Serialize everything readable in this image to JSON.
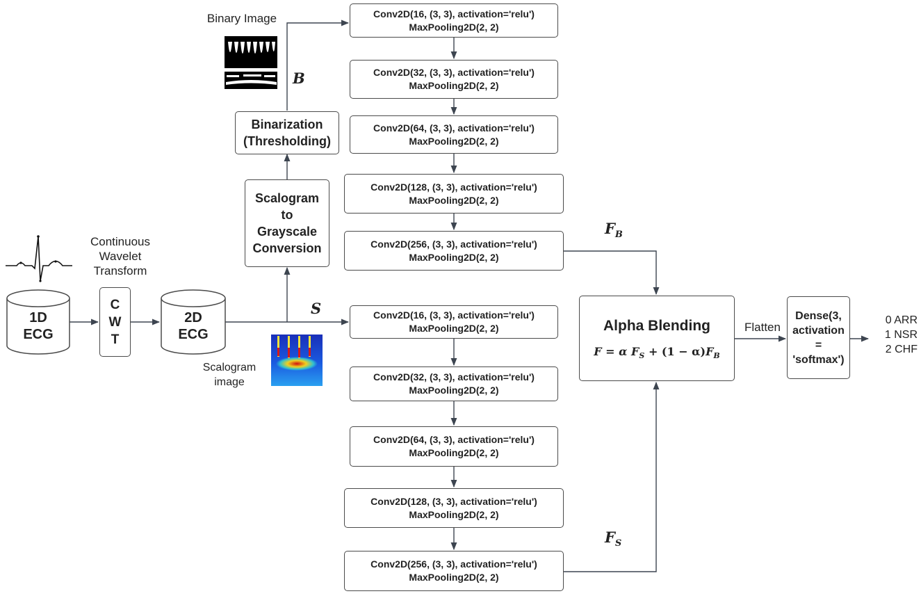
{
  "inputs": {
    "ecg_1d": {
      "line1": "1D",
      "line2": "ECG"
    },
    "cwt_caption": [
      "Continuous",
      "Wavelet",
      "Transform"
    ],
    "cwt_box": [
      "C",
      "W",
      "T"
    ],
    "ecg_2d": {
      "line1": "2D",
      "line2": "ECG"
    }
  },
  "preprocess": {
    "grayscale": [
      "Scalogram",
      "to",
      "Grayscale",
      "Conversion"
    ],
    "binarization": [
      "Binarization",
      "(Thresholding)"
    ],
    "binary_image_label": "Binary Image",
    "scalogram_image_label": [
      "Scalogram",
      "image"
    ]
  },
  "symbols": {
    "B": "B",
    "S": "S",
    "FB": {
      "base": "F",
      "sub": "B"
    },
    "FS": {
      "base": "F",
      "sub": "S"
    }
  },
  "branch_binary": [
    {
      "conv": "Conv2D(16, (3, 3), activation='relu')",
      "pool": "MaxPooling2D(2, 2)"
    },
    {
      "conv": "Conv2D(32, (3, 3), activation='relu')",
      "pool": "MaxPooling2D(2, 2)"
    },
    {
      "conv": "Conv2D(64, (3, 3), activation='relu')",
      "pool": "MaxPooling2D(2, 2)"
    },
    {
      "conv": "Conv2D(128, (3, 3), activation='relu')",
      "pool": "MaxPooling2D(2, 2)"
    },
    {
      "conv": "Conv2D(256, (3, 3), activation='relu')",
      "pool": "MaxPooling2D(2, 2)"
    }
  ],
  "branch_scalogram": [
    {
      "conv": "Conv2D(16, (3, 3), activation='relu')",
      "pool": "MaxPooling2D(2, 2)"
    },
    {
      "conv": "Conv2D(32, (3, 3), activation='relu')",
      "pool": "MaxPooling2D(2, 2)"
    },
    {
      "conv": "Conv2D(64, (3, 3), activation='relu')",
      "pool": "MaxPooling2D(2, 2)"
    },
    {
      "conv": "Conv2D(128, (3, 3), activation='relu')",
      "pool": "MaxPooling2D(2, 2)"
    },
    {
      "conv": "Conv2D(256, (3, 3), activation='relu')",
      "pool": "MaxPooling2D(2, 2)"
    }
  ],
  "fusion": {
    "title": "Alpha Blending",
    "formula": {
      "lhs": "F",
      "rhs1": "α",
      "fs": "F",
      "fs_sub": "S",
      "plus": "+",
      "paren": "(1 − α)",
      "fb": "F",
      "fb_sub": "B"
    },
    "flatten_label": "Flatten"
  },
  "dense": [
    "Dense(3,",
    "activation",
    "=",
    "'softmax')"
  ],
  "outputs": [
    "0 ARR",
    "1 NSR",
    "2 CHF"
  ],
  "colors": {
    "line": "#3d4550",
    "border": "#4a4a4a"
  }
}
